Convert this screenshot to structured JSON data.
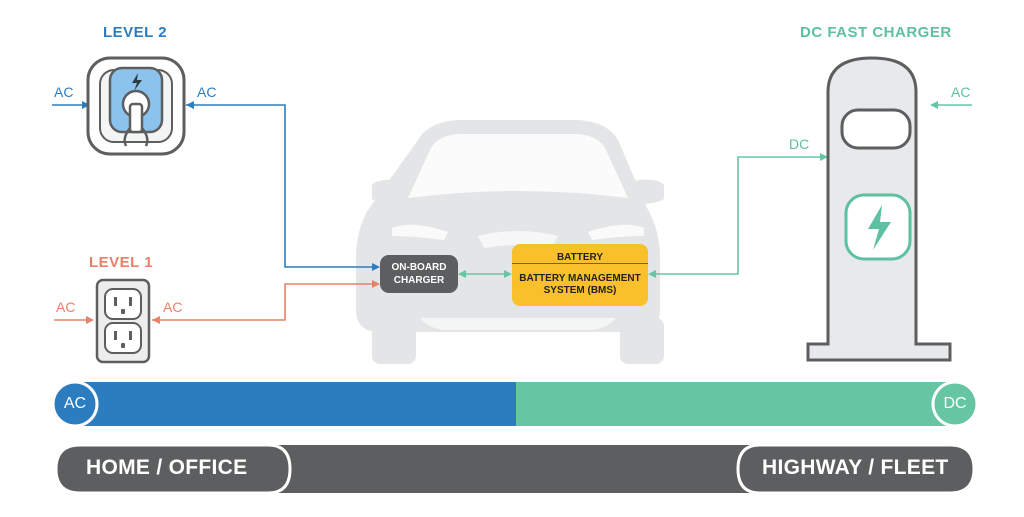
{
  "level2": {
    "title": "LEVEL 2",
    "ac_in": "AC",
    "ac_out": "AC"
  },
  "level1": {
    "title": "LEVEL 1",
    "ac_in": "AC",
    "ac_out": "AC"
  },
  "dc_charger": {
    "title": "DC FAST CHARGER",
    "ac_in": "AC",
    "dc_out": "DC"
  },
  "onboard_charger": {
    "line1": "ON-BOARD",
    "line2": "CHARGER"
  },
  "battery": {
    "title": "BATTERY",
    "line1": "BATTERY MANAGEMENT",
    "line2": "SYSTEM (BMS)"
  },
  "bar": {
    "left_badge": "AC",
    "right_badge": "DC"
  },
  "footer": {
    "left": "HOME / OFFICE",
    "right": "HIGHWAY / FLEET"
  },
  "colors": {
    "ac_blue": "#2b7dc0",
    "dc_green": "#66c6a3",
    "level1_red": "#e8806a",
    "battery_yellow": "#f8c12c",
    "charger_gray": "#5c5e5f",
    "car_gray": "#e4e5e6"
  },
  "icons": [
    "bolt-icon",
    "plug-icon",
    "outlet-icon"
  ]
}
